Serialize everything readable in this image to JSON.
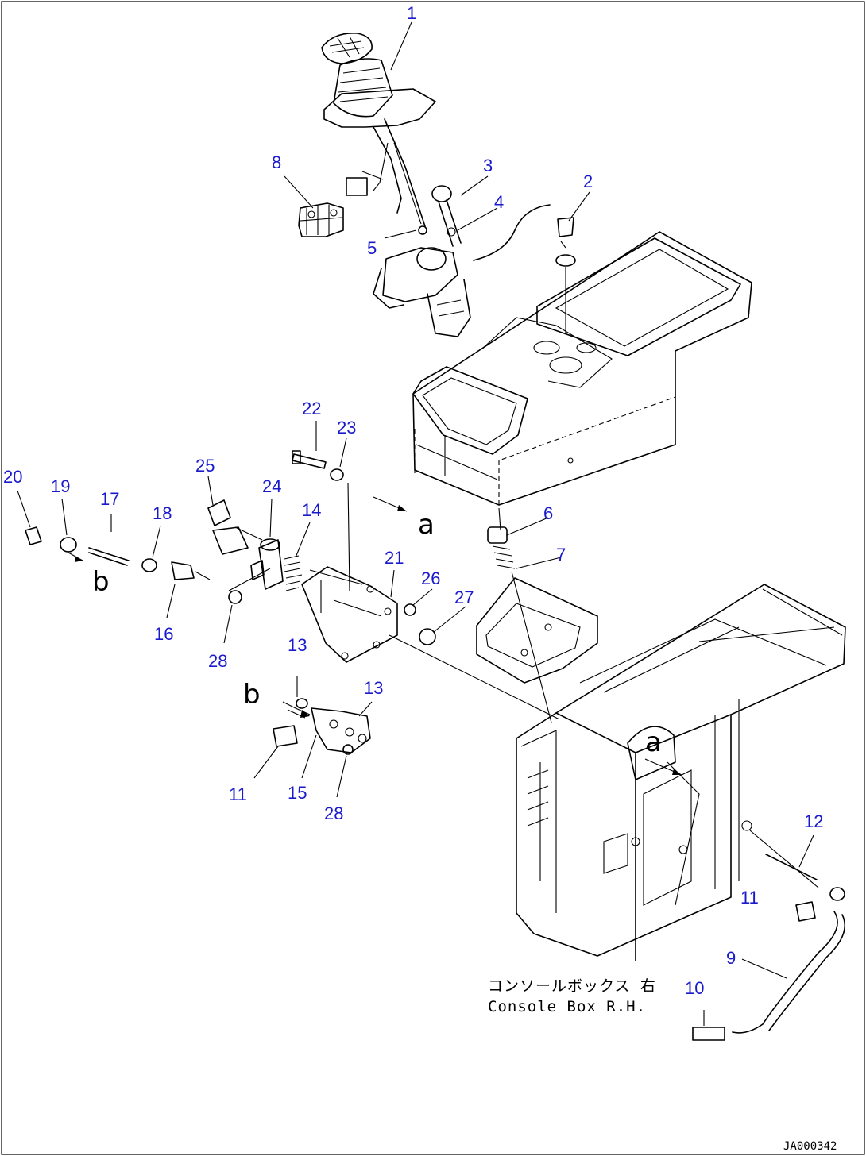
{
  "callouts": [
    "1",
    "2",
    "3",
    "4",
    "5",
    "6",
    "7",
    "8",
    "9",
    "10",
    "11",
    "11",
    "12",
    "13",
    "13",
    "14",
    "15",
    "16",
    "17",
    "18",
    "19",
    "20",
    "21",
    "22",
    "23",
    "24",
    "25",
    "26",
    "27",
    "28",
    "28"
  ],
  "view_marks": [
    "a",
    "a",
    "b",
    "b"
  ],
  "caption": {
    "jp": "コンソールボックス 右",
    "en": "Console Box R.H."
  },
  "drawing_code": "JA000342",
  "colors": {
    "callout": "#1a1acc",
    "line": "#000000",
    "background": "#ffffff"
  }
}
